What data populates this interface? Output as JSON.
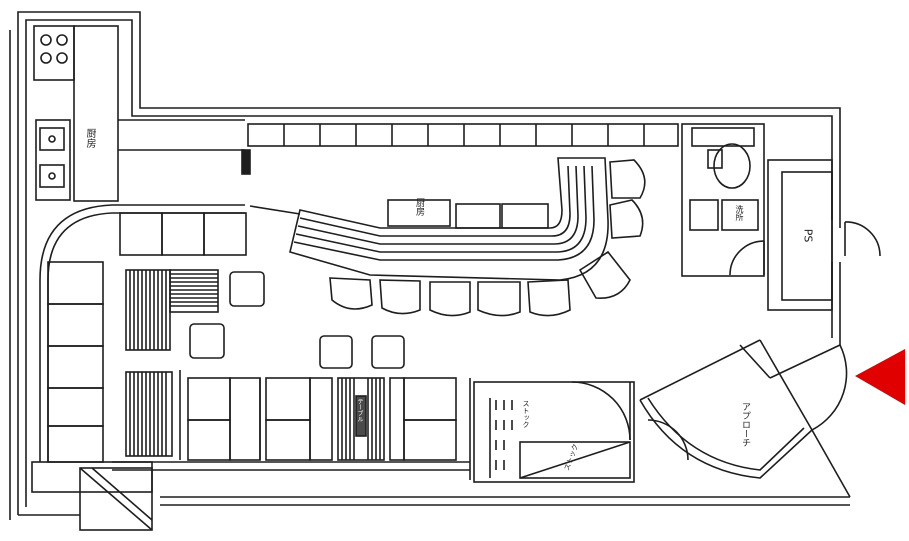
{
  "labels": {
    "kitchen": "厨房",
    "bar_counter": "厨房",
    "toilet": "洗所",
    "ps": "PS",
    "approach": "アプローチ",
    "storage": "ストック",
    "storage2": "ストック",
    "table_note": "テーブル"
  },
  "colors": {
    "line": "#1e1e1e",
    "hatch": "#4a4a4a",
    "marker": "#e00000"
  }
}
